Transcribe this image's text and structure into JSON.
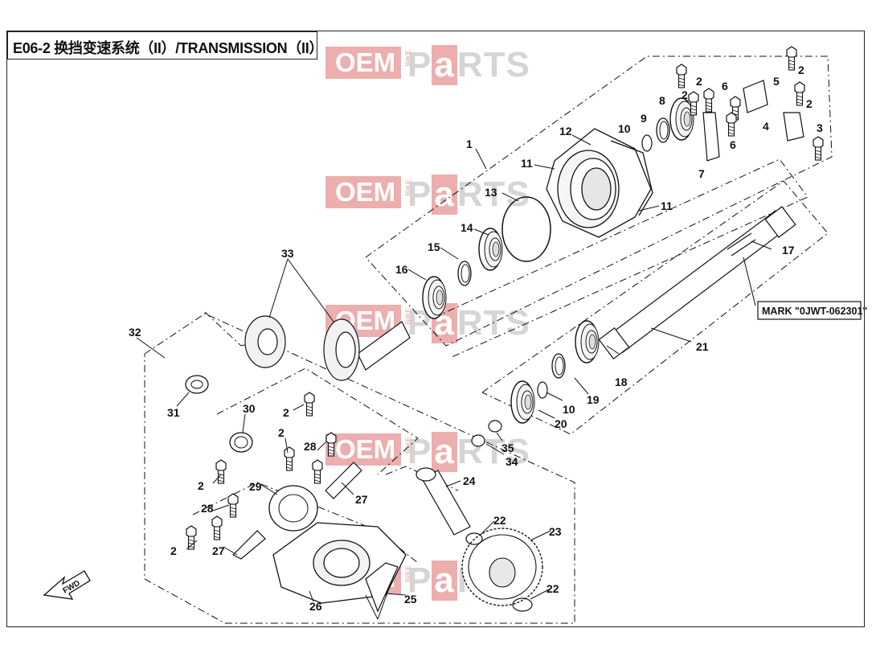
{
  "title": "E06-2 换挡变速系统（II）/TRANSMISSION（II）",
  "watermark": {
    "oem": "OEM",
    "bike": "BIKE",
    "parts_p": "P",
    "parts_a": "a",
    "parts_rts": "RTS"
  },
  "mark_label": "MARK \"0JWT-062301\"",
  "fwd_label": "FWD",
  "callouts": {
    "c1": "1",
    "c2a": "2",
    "c2b": "2",
    "c2c": "2",
    "c2d": "2",
    "c2e": "2",
    "c2f": "2",
    "c2g": "2",
    "c3": "3",
    "c4": "4",
    "c5": "5",
    "c6a": "6",
    "c6b": "6",
    "c7": "7",
    "c8": "8",
    "c9": "9",
    "c10a": "10",
    "c10b": "10",
    "c11a": "11",
    "c11b": "11",
    "c12": "12",
    "c13": "13",
    "c14": "14",
    "c15": "15",
    "c16": "16",
    "c17": "17",
    "c18": "18",
    "c19": "19",
    "c20": "20",
    "c21": "21",
    "c22a": "22",
    "c22b": "22",
    "c23": "23",
    "c24": "24",
    "c25": "25",
    "c26": "26",
    "c27a": "27",
    "c27b": "27",
    "c28a": "28",
    "c28b": "28",
    "c29": "29",
    "c30": "30",
    "c31": "31",
    "c32": "32",
    "c33": "33",
    "c34": "34",
    "c35": "35"
  },
  "colors": {
    "watermark_pink": "#e89494",
    "watermark_grey": "#c8c8c8",
    "line": "#111111"
  }
}
